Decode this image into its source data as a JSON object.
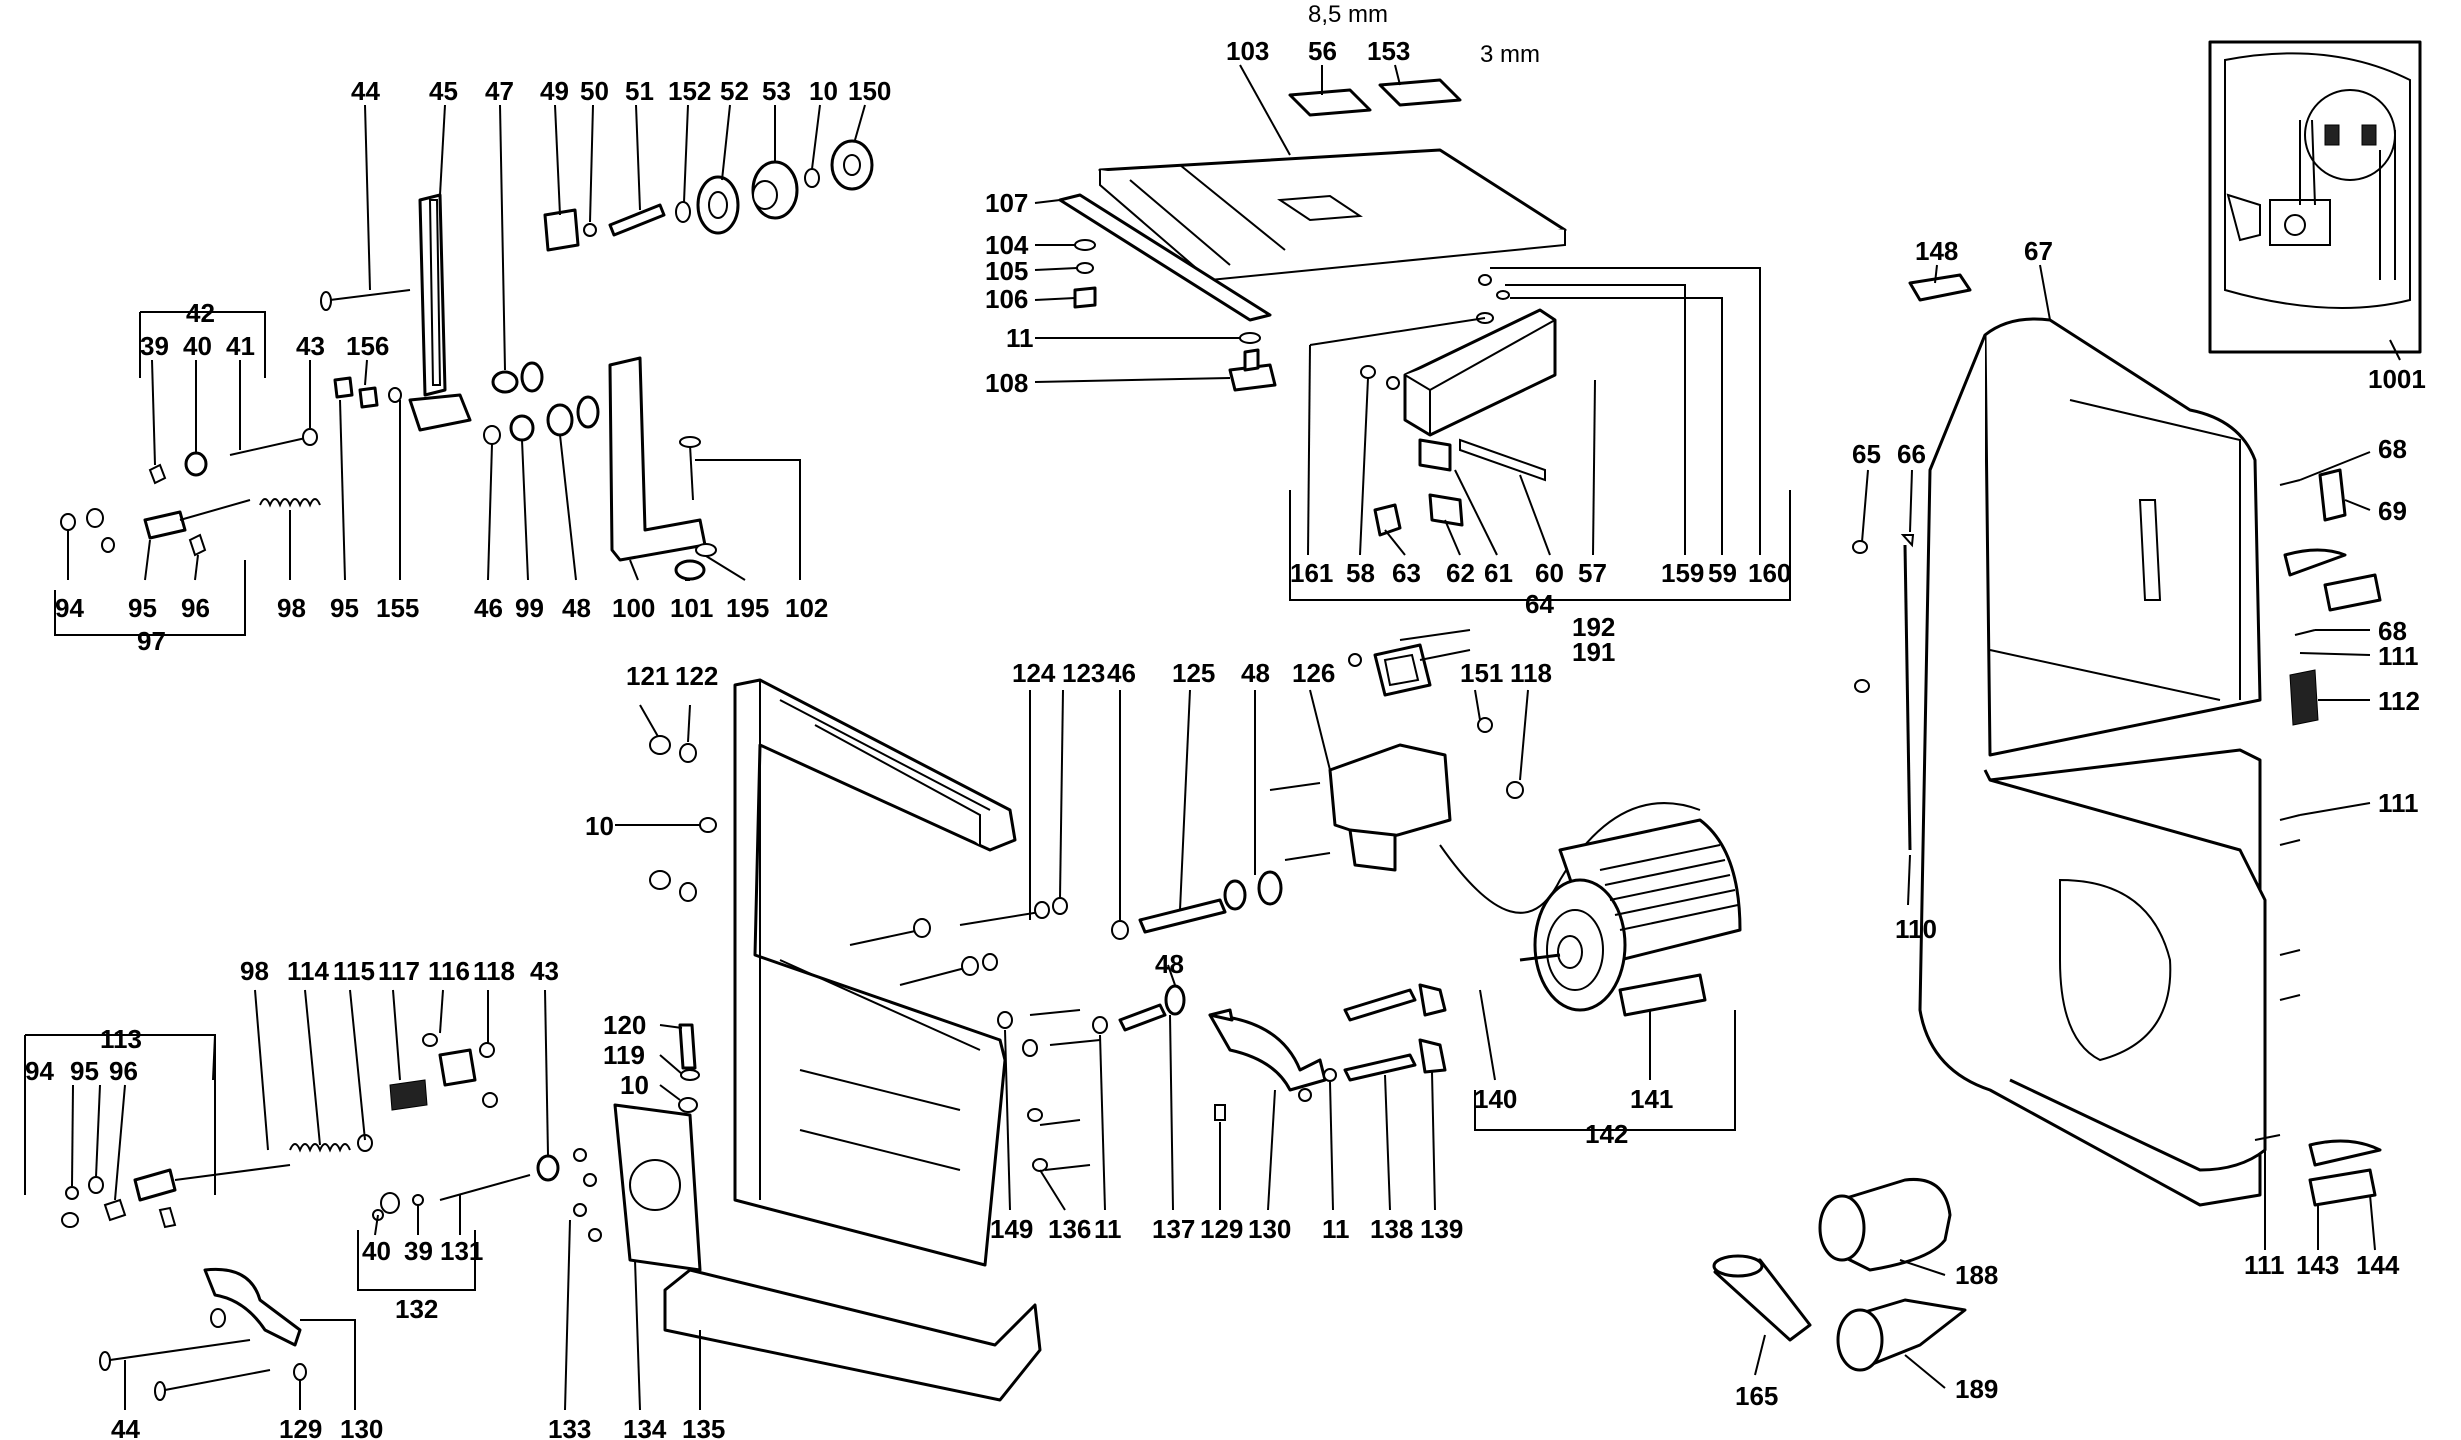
{
  "labels": [
    {
      "id": "l_44a",
      "text": "44"
    },
    {
      "id": "l_45",
      "text": "45"
    },
    {
      "id": "l_47",
      "text": "47"
    },
    {
      "id": "l_49",
      "text": "49"
    },
    {
      "id": "l_50",
      "text": "50"
    },
    {
      "id": "l_51",
      "text": "51"
    },
    {
      "id": "l_152",
      "text": "152"
    },
    {
      "id": "l_52",
      "text": "52"
    },
    {
      "id": "l_53",
      "text": "53"
    },
    {
      "id": "l_10a",
      "text": "10"
    },
    {
      "id": "l_150",
      "text": "150"
    },
    {
      "id": "l_42",
      "text": "42"
    },
    {
      "id": "l_39a",
      "text": "39"
    },
    {
      "id": "l_40a",
      "text": "40"
    },
    {
      "id": "l_41",
      "text": "41"
    },
    {
      "id": "l_43a",
      "text": "43"
    },
    {
      "id": "l_156",
      "text": "156"
    },
    {
      "id": "l_94a",
      "text": "94"
    },
    {
      "id": "l_95a",
      "text": "95"
    },
    {
      "id": "l_96a",
      "text": "96"
    },
    {
      "id": "l_98a",
      "text": "98"
    },
    {
      "id": "l_95b",
      "text": "95"
    },
    {
      "id": "l_155",
      "text": "155"
    },
    {
      "id": "l_46a",
      "text": "46"
    },
    {
      "id": "l_99",
      "text": "99"
    },
    {
      "id": "l_48a",
      "text": "48"
    },
    {
      "id": "l_100",
      "text": "100"
    },
    {
      "id": "l_101",
      "text": "101"
    },
    {
      "id": "l_195",
      "text": "195"
    },
    {
      "id": "l_102",
      "text": "102"
    },
    {
      "id": "l_97",
      "text": "97"
    },
    {
      "id": "l_103",
      "text": "103"
    },
    {
      "id": "l_56",
      "text": "56"
    },
    {
      "id": "l_153",
      "text": "153"
    },
    {
      "id": "l_107",
      "text": "107"
    },
    {
      "id": "l_104",
      "text": "104"
    },
    {
      "id": "l_105",
      "text": "105"
    },
    {
      "id": "l_106",
      "text": "106"
    },
    {
      "id": "l_11a",
      "text": "11"
    },
    {
      "id": "l_108",
      "text": "108"
    },
    {
      "id": "l_161",
      "text": "161"
    },
    {
      "id": "l_58",
      "text": "58"
    },
    {
      "id": "l_63",
      "text": "63"
    },
    {
      "id": "l_62",
      "text": "62"
    },
    {
      "id": "l_61",
      "text": "61"
    },
    {
      "id": "l_60",
      "text": "60"
    },
    {
      "id": "l_57",
      "text": "57"
    },
    {
      "id": "l_159",
      "text": "159"
    },
    {
      "id": "l_59",
      "text": "59"
    },
    {
      "id": "l_160",
      "text": "160"
    },
    {
      "id": "l_64",
      "text": "64"
    },
    {
      "id": "l_148",
      "text": "148"
    },
    {
      "id": "l_67",
      "text": "67"
    },
    {
      "id": "l_1001",
      "text": "1001"
    },
    {
      "id": "l_65",
      "text": "65"
    },
    {
      "id": "l_66",
      "text": "66"
    },
    {
      "id": "l_68a",
      "text": "68"
    },
    {
      "id": "l_69",
      "text": "69"
    },
    {
      "id": "l_68b",
      "text": "68"
    },
    {
      "id": "l_111a",
      "text": "111"
    },
    {
      "id": "l_112",
      "text": "112"
    },
    {
      "id": "l_111b",
      "text": "111"
    },
    {
      "id": "l_110",
      "text": "110"
    },
    {
      "id": "l_121",
      "text": "121"
    },
    {
      "id": "l_122",
      "text": "122"
    },
    {
      "id": "l_10b",
      "text": "10"
    },
    {
      "id": "l_124",
      "text": "124"
    },
    {
      "id": "l_123",
      "text": "123"
    },
    {
      "id": "l_46b",
      "text": "46"
    },
    {
      "id": "l_125",
      "text": "125"
    },
    {
      "id": "l_48b",
      "text": "48"
    },
    {
      "id": "l_126",
      "text": "126"
    },
    {
      "id": "l_192",
      "text": "192"
    },
    {
      "id": "l_191",
      "text": "191"
    },
    {
      "id": "l_151",
      "text": "151"
    },
    {
      "id": "l_118a",
      "text": "118"
    },
    {
      "id": "l_48c",
      "text": "48"
    },
    {
      "id": "l_98b",
      "text": "98"
    },
    {
      "id": "l_114",
      "text": "114"
    },
    {
      "id": "l_115",
      "text": "115"
    },
    {
      "id": "l_117",
      "text": "117"
    },
    {
      "id": "l_116",
      "text": "116"
    },
    {
      "id": "l_118b",
      "text": "118"
    },
    {
      "id": "l_43b",
      "text": "43"
    },
    {
      "id": "l_113",
      "text": "113"
    },
    {
      "id": "l_94b",
      "text": "94"
    },
    {
      "id": "l_95c",
      "text": "95"
    },
    {
      "id": "l_96b",
      "text": "96"
    },
    {
      "id": "l_120",
      "text": "120"
    },
    {
      "id": "l_119",
      "text": "119"
    },
    {
      "id": "l_10c",
      "text": "10"
    },
    {
      "id": "l_40b",
      "text": "40"
    },
    {
      "id": "l_39b",
      "text": "39"
    },
    {
      "id": "l_131",
      "text": "131"
    },
    {
      "id": "l_132",
      "text": "132"
    },
    {
      "id": "l_149",
      "text": "149"
    },
    {
      "id": "l_136",
      "text": "136"
    },
    {
      "id": "l_11b",
      "text": "11"
    },
    {
      "id": "l_137",
      "text": "137"
    },
    {
      "id": "l_129a",
      "text": "129"
    },
    {
      "id": "l_130a",
      "text": "130"
    },
    {
      "id": "l_11c",
      "text": "11"
    },
    {
      "id": "l_138",
      "text": "138"
    },
    {
      "id": "l_139",
      "text": "139"
    },
    {
      "id": "l_140",
      "text": "140"
    },
    {
      "id": "l_141",
      "text": "141"
    },
    {
      "id": "l_142",
      "text": "142"
    },
    {
      "id": "l_111c",
      "text": "111"
    },
    {
      "id": "l_143",
      "text": "143"
    },
    {
      "id": "l_144",
      "text": "144"
    },
    {
      "id": "l_188",
      "text": "188"
    },
    {
      "id": "l_165",
      "text": "165"
    },
    {
      "id": "l_189",
      "text": "189"
    },
    {
      "id": "l_44b",
      "text": "44"
    },
    {
      "id": "l_129b",
      "text": "129"
    },
    {
      "id": "l_130b",
      "text": "130"
    },
    {
      "id": "l_133",
      "text": "133"
    },
    {
      "id": "l_134",
      "text": "134"
    },
    {
      "id": "l_135",
      "text": "135"
    }
  ],
  "units": [
    {
      "id": "u_85mm",
      "text": "8,5 mm"
    },
    {
      "id": "u_3mm",
      "text": "3 mm"
    }
  ]
}
